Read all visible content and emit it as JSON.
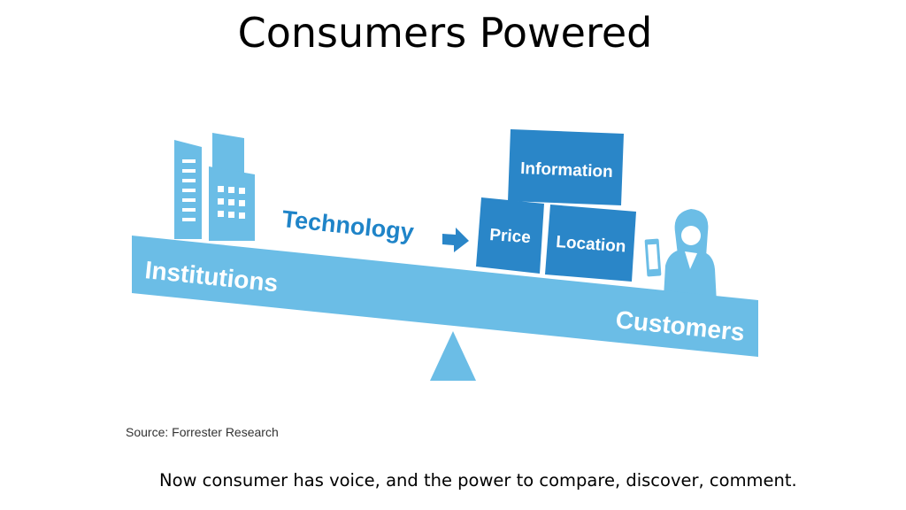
{
  "slide": {
    "title": "Consumers Powered",
    "caption": "Now consumer has voice, and the power to compare, discover, comment."
  },
  "diagram": {
    "left_label": "Institutions",
    "right_label": "Customers",
    "arrow_label": "Technology",
    "boxes": {
      "top": "Information",
      "bottom_left": "Price",
      "bottom_right": "Location"
    },
    "source": "Source: Forrester Research",
    "icons": [
      "building-icon",
      "arrow-right-icon",
      "customer-person-icon",
      "smartphone-icon",
      "fulcrum-icon"
    ]
  },
  "colors": {
    "light_blue": "#6bbde6",
    "dark_blue": "#2a86c8",
    "label_blue": "#1f84c8",
    "white": "#ffffff"
  }
}
